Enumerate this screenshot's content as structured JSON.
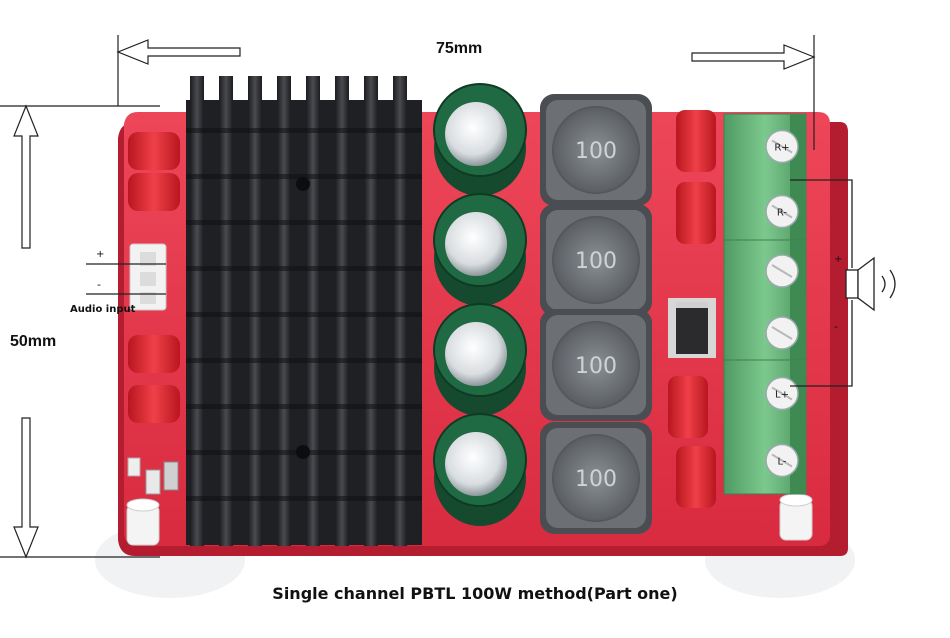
{
  "dimensions": {
    "width_label": "75mm",
    "height_label": "50mm"
  },
  "audio_input": {
    "plus": "+",
    "minus": "-",
    "label": "Audio input"
  },
  "speaker": {
    "plus": "+",
    "minus": "-"
  },
  "terminals": [
    "R+",
    "R-",
    "L+",
    "L-"
  ],
  "inductors": [
    "100",
    "100",
    "100",
    "100"
  ],
  "caption": "Single channel PBTL 100W method(Part one)",
  "colors": {
    "pcb": "#e8394e",
    "heatsink": "#2a2b2f",
    "capacitor": "#1e5e3c",
    "terminal": "#67b87a",
    "film_cap": "#d7222c"
  }
}
